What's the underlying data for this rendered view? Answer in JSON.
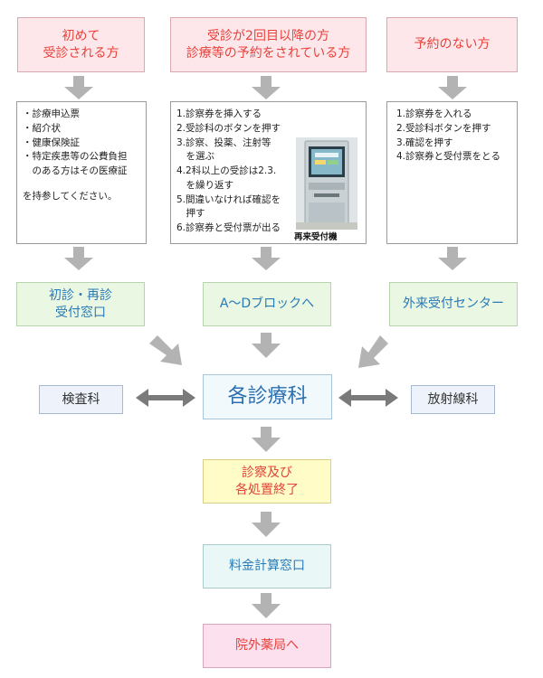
{
  "top": {
    "first": [
      "初めて",
      "受診される方"
    ],
    "repeat": [
      "受診が2回目以降の方",
      "診療等の予約をされている方"
    ],
    "noappt": [
      "予約のない方"
    ]
  },
  "lists": {
    "first": {
      "items": [
        "・診療申込票",
        "・紹介状",
        "・健康保険証",
        "・特定疾患等の公費負担",
        "　のある方はその医療証"
      ],
      "note": "を持参してください。"
    },
    "repeat": {
      "items": [
        "1.診察券を挿入する",
        "2.受診科のボタンを押す",
        "3.診察、投薬、注射等",
        "　を選ぶ",
        "4.2科以上の受診は2.3.",
        "　を繰り返す",
        "5.間違いなければ確認を",
        "　押す",
        "6.診察券と受付票が出る"
      ],
      "kiosk_label": "再来受付機"
    },
    "noappt": {
      "items": [
        "1.診察券を入れる",
        "2.受診科ボタンを押す",
        "3.確認を押す",
        "4.診察券と受付票をとる"
      ]
    }
  },
  "mid": {
    "first": [
      "初診・再診",
      "受付窓口"
    ],
    "repeat": "A～Dブロックへ",
    "noappt": "外来受付センター"
  },
  "center": {
    "left": "検査科",
    "main": "各診療科",
    "right": "放射線科"
  },
  "bottom": {
    "done": [
      "診察及び",
      "各処置終了"
    ],
    "billing": "料金計算窓口",
    "pharmacy": "院外薬局へ"
  },
  "colors": {
    "arrow": "#b3b3b3",
    "double_arrow": "#7a7a7a"
  }
}
